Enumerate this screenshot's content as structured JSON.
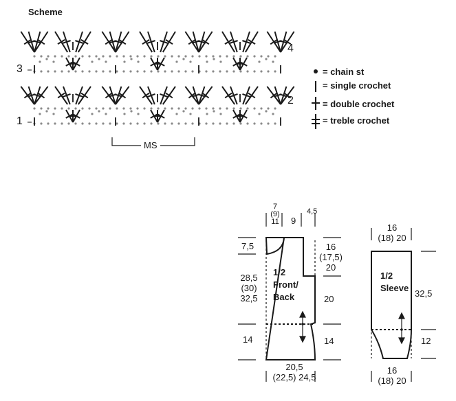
{
  "title": "Scheme",
  "row_numbers": [
    "1",
    "2",
    "3",
    "4"
  ],
  "ms_label": "MS",
  "legend": [
    {
      "symbol": "chain-icon",
      "text": "= chain st"
    },
    {
      "symbol": "single-crochet-icon",
      "text": "= single crochet"
    },
    {
      "symbol": "double-crochet-icon",
      "text": "= double crochet"
    },
    {
      "symbol": "treble-crochet-icon",
      "text": "= treble crochet"
    }
  ],
  "front_back": {
    "label_line1": "1/2",
    "label_line2": "Front/",
    "label_line3": "Back",
    "top": {
      "neck_a": "7",
      "neck_b": "(9)",
      "neck_c": "11",
      "shoulder": "9",
      "edge": "4,5"
    },
    "left": {
      "neck_depth": "7,5",
      "body_a": "28,5",
      "body_b": "(30)",
      "body_c": "32,5",
      "rib": "14"
    },
    "right": {
      "arm_a": "16",
      "arm_b": "(17,5)",
      "arm_c": "20",
      "body": "20",
      "rib": "14"
    },
    "bottom": {
      "a": "20,5",
      "b": "(22,5)",
      "c": "24,5"
    }
  },
  "sleeve": {
    "label_line1": "1/2",
    "label_line2": "Sleeve",
    "top_a": "16",
    "top_b": "(18)",
    "top_c": "20",
    "length": "32,5",
    "cuff": "12",
    "bottom_a": "16",
    "bottom_b": "(18)",
    "bottom_c": "20"
  },
  "colors": {
    "ink": "#1a1a1a",
    "dots": "#8a8a8a"
  }
}
